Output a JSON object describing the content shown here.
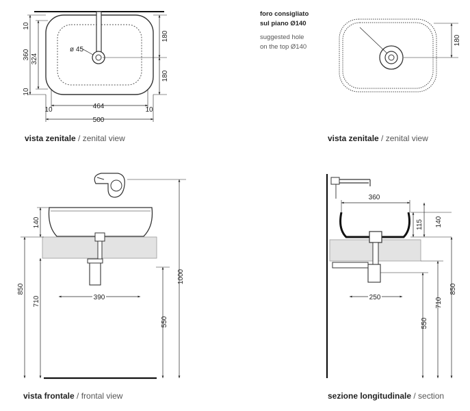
{
  "panels": {
    "top_left": {
      "caption_bold": "vista zenitale",
      "caption_light": "zenital view",
      "dims": {
        "d10_tl": "10",
        "d360": "360",
        "d324": "324",
        "d10_bl": "10",
        "d180_top": "180",
        "d180_bot": "180",
        "d10_l": "10",
        "d464": "464",
        "d10_r": "10",
        "d500": "500",
        "hole": "ø 45"
      }
    },
    "top_right": {
      "caption_bold": "vista zenitale",
      "caption_light": "zenital view",
      "note": {
        "line1": "foro consigliato",
        "line2": "sul piano Ø140",
        "line3": "suggested hole",
        "line4": "on the top Ø140"
      },
      "dims": {
        "d180": "180"
      }
    },
    "bottom_left": {
      "caption_bold": "vista frontale",
      "caption_light": "frontal view",
      "dims": {
        "d140": "140",
        "d850": "850",
        "d710": "710",
        "d390": "390",
        "d550": "550",
        "d1000": "1000"
      }
    },
    "bottom_right": {
      "caption_bold": "sezione longitudinale",
      "caption_light": "section",
      "dims": {
        "d360": "360",
        "d115": "115",
        "d140": "140",
        "d710": "710",
        "d850": "850",
        "d250": "250",
        "d550": "550"
      }
    }
  }
}
